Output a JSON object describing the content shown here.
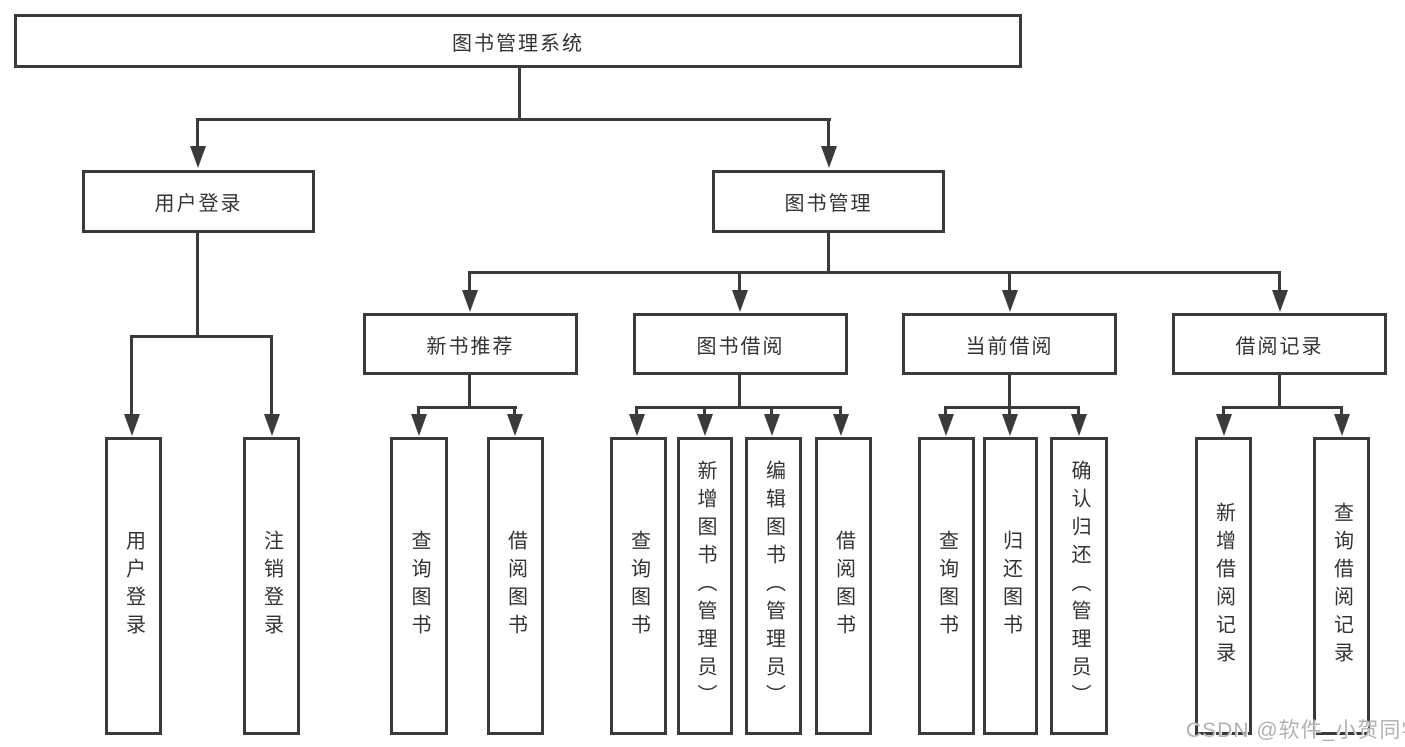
{
  "diagram_title": "图书管理系统",
  "nodes": {
    "root": {
      "label": "图书管理系统"
    },
    "user_login": {
      "label": "用户登录"
    },
    "book_mgmt": {
      "label": "图书管理"
    },
    "new_book_rec": {
      "label": "新书推荐"
    },
    "book_borrow": {
      "label": "图书借阅"
    },
    "current_borrow": {
      "label": "当前借阅"
    },
    "borrow_records": {
      "label": "借阅记录"
    },
    "leaf_user_login": {
      "label": "用户登录"
    },
    "leaf_logout": {
      "label": "注销登录"
    },
    "leaf_query_book_rec": {
      "label": "查询图书"
    },
    "leaf_borrow_book_rec": {
      "label": "借阅图书"
    },
    "leaf_query_book_borrow": {
      "label": "查询图书"
    },
    "leaf_add_book": {
      "label": "新增图书（管理员）"
    },
    "leaf_edit_book": {
      "label": "编辑图书（管理员）"
    },
    "leaf_borrow_book_borrow": {
      "label": "借阅图书"
    },
    "leaf_query_book_current": {
      "label": "查询图书"
    },
    "leaf_return_book": {
      "label": "归还图书"
    },
    "leaf_confirm_return": {
      "label": "确认归还（管理员）"
    },
    "leaf_add_borrow_record": {
      "label": "新增借阅记录"
    },
    "leaf_query_borrow_record": {
      "label": "查询借阅记录"
    }
  },
  "hierarchy": {
    "图书管理系统": [
      "用户登录",
      "图书管理"
    ],
    "用户登录": [
      "用户登录",
      "注销登录"
    ],
    "图书管理": [
      "新书推荐",
      "图书借阅",
      "当前借阅",
      "借阅记录"
    ],
    "新书推荐": [
      "查询图书",
      "借阅图书"
    ],
    "图书借阅": [
      "查询图书",
      "新增图书（管理员）",
      "编辑图书（管理员）",
      "借阅图书"
    ],
    "当前借阅": [
      "查询图书",
      "归还图书",
      "确认归还（管理员）"
    ],
    "借阅记录": [
      "新增借阅记录",
      "查询借阅记录"
    ]
  },
  "watermark": {
    "text": "CSDN @软件_小贺同学"
  },
  "colors": {
    "line": "#3a3a3a",
    "text": "#333333",
    "watermark": "#b2b2b2",
    "background": "#ffffff"
  }
}
